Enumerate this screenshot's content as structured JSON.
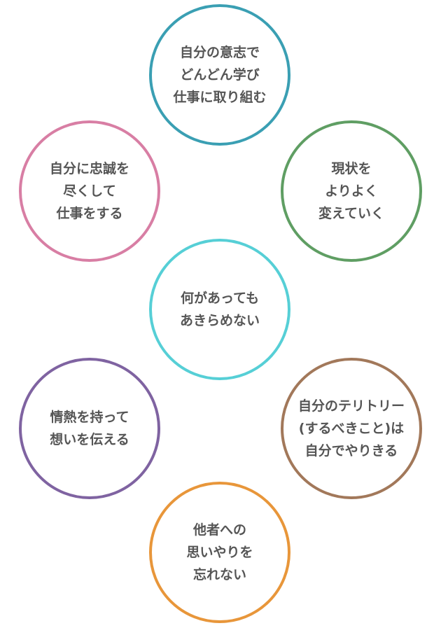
{
  "circles": [
    {
      "lines": [
        "自分の意志で",
        "どんどん学び",
        "仕事に取り組む"
      ],
      "color": "#3a9fb3"
    },
    {
      "lines": [
        "自分に忠誠を",
        "尽くして",
        "仕事をする"
      ],
      "color": "#d87ea4"
    },
    {
      "lines": [
        "現状を",
        "よりよく",
        "変えていく"
      ],
      "color": "#5f9e63"
    },
    {
      "lines": [
        "何があっても",
        "あきらめない"
      ],
      "color": "#56cfd6"
    },
    {
      "lines": [
        "情熱を持って",
        "想いを伝える"
      ],
      "color": "#7f63a1"
    },
    {
      "lines": [
        "自分のテリトリー",
        "(するべきこと)は",
        "自分でやりきる"
      ],
      "color": "#a2785a"
    },
    {
      "lines": [
        "他者への",
        "思いやりを",
        "忘れない"
      ],
      "color": "#e8963a"
    }
  ]
}
